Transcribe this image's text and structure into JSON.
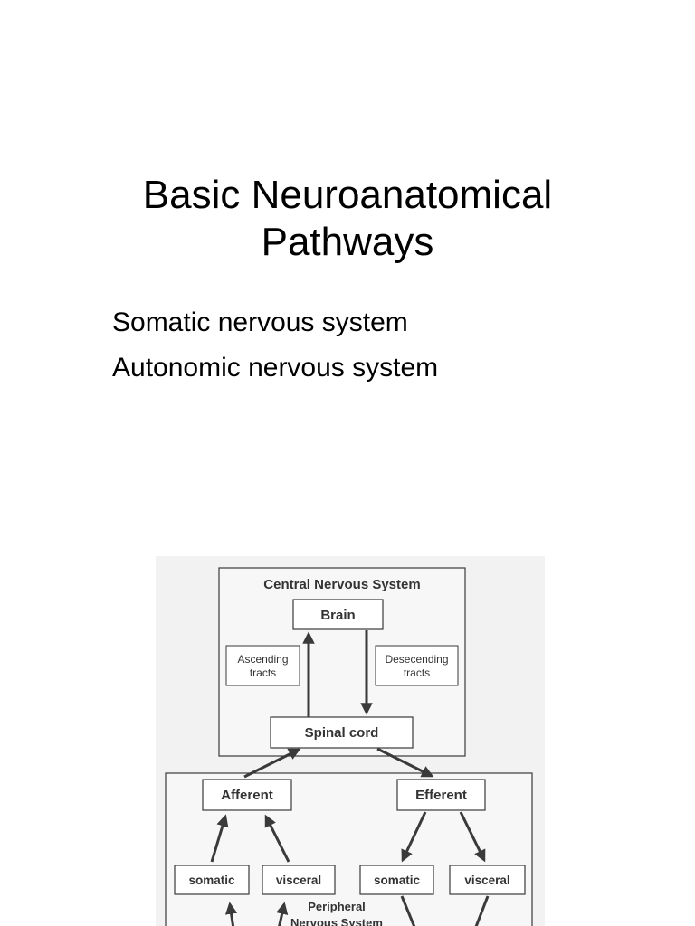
{
  "slide": {
    "title_line1": "Basic Neuroanatomical",
    "title_line2": "Pathways",
    "bullets": [
      "Somatic nervous system",
      "Autonomic nervous system"
    ]
  },
  "diagram": {
    "cns_label": "Central Nervous System",
    "brain": "Brain",
    "ascending_line1": "Ascending",
    "ascending_line2": "tracts",
    "descending_line1": "Desecending",
    "descending_line2": "tracts",
    "spinal_cord": "Spinal cord",
    "afferent": "Afferent",
    "efferent": "Efferent",
    "afferent_somatic": "somatic",
    "afferent_visceral": "visceral",
    "efferent_somatic": "somatic",
    "efferent_visceral": "visceral",
    "pns_label_line1": "Peripheral",
    "pns_label_line2": "Nervous System"
  },
  "colors": {
    "line": "#3a3a3a",
    "box_fill": "#ffffff",
    "figure_bg": "#f2f2f2"
  }
}
